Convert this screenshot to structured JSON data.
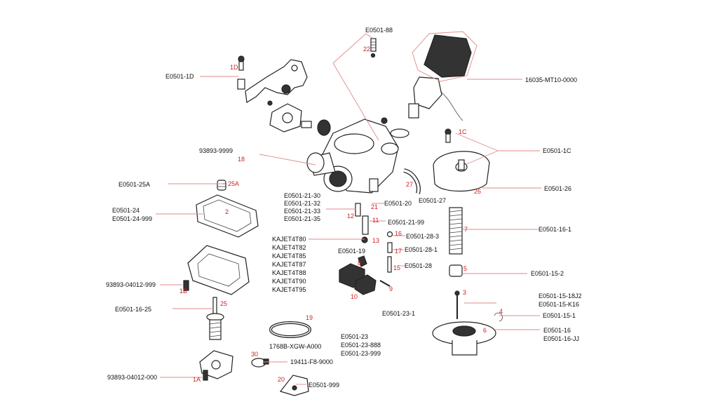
{
  "parts": {
    "p_e0501_88": "E0501-88",
    "p_e0501_1d": "E0501-1D",
    "p_16035": "16035-MT10-0000",
    "p_e0501_1c": "E0501-1C",
    "p_93893_9999": "93893-9999",
    "p_e0501_25a": "E0501-25A",
    "p_e0501_26": "E0501-26",
    "p_e0501_21_30": "E0501-21-30",
    "p_e0501_21_32": "E0501-21-32",
    "p_e0501_21_33": "E0501-21-33",
    "p_e0501_21_35": "E0501-21-35",
    "p_e0501_20": "E0501-20",
    "p_e0501_27": "E0501-27",
    "p_e0501_24": "E0501-24",
    "p_e0501_24_999": "E0501-24-999",
    "p_e0501_21_99": "E0501-21-99",
    "p_e0501_16_1": "E0501-16-1",
    "p_kajet80": "KAJET4T80",
    "p_kajet82": "KAJET4T82",
    "p_kajet85": "KAJET4T85",
    "p_kajet87": "KAJET4T87",
    "p_kajet88": "KAJET4T88",
    "p_kajet90": "KAJET4T90",
    "p_kajet95": "KAJET4T95",
    "p_e0501_28_3": "E0501-28-3",
    "p_e0501_19": "E0501-19",
    "p_e0501_28_1": "E0501-28-1",
    "p_e0501_28": "E0501-28",
    "p_e0501_15_2": "E0501-15-2",
    "p_93893_04012_999": "93893-04012-999",
    "p_e0501_15_18j2": "E0501-15-18J2",
    "p_e0501_15_k16": "E0501-15-K16",
    "p_e0501_23_1": "E0501-23-1",
    "p_e0501_16_25": "E0501-16-25",
    "p_e0501_15_1": "E0501-15-1",
    "p_e0501_16": "E0501-16",
    "p_e0501_16_jj": "E0501-16-JJ",
    "p_e0501_23": "E0501-23",
    "p_e0501_23_888": "E0501-23-888",
    "p_e0501_23_999": "E0501-23-999",
    "p_1768b": "1768B-XGW-A000",
    "p_19411": "19411-F8-9000",
    "p_93893_04012_000": "93893-04012-000",
    "p_e0501_999": "E0501-999"
  },
  "refs": {
    "r22": "22",
    "r1d": "1D",
    "r1c": "1C",
    "r18": "18",
    "r25a": "25A",
    "r26": "26",
    "r27": "27",
    "r21": "21",
    "r12": "12",
    "r11": "11",
    "r2": "2",
    "r7": "7",
    "r13": "13",
    "r16": "16",
    "r17": "17",
    "r8": "8",
    "r15": "15",
    "r5": "5",
    "r1b": "1B",
    "r10": "10",
    "r9": "9",
    "r3": "3",
    "r25": "25",
    "r4": "4",
    "r19": "19",
    "r6": "6",
    "r30": "30",
    "r20": "20",
    "r1a": "1A"
  },
  "colors": {
    "label": "#111111",
    "reference": "#d12020",
    "leader": "#e08a8a",
    "outline": "#222222"
  }
}
